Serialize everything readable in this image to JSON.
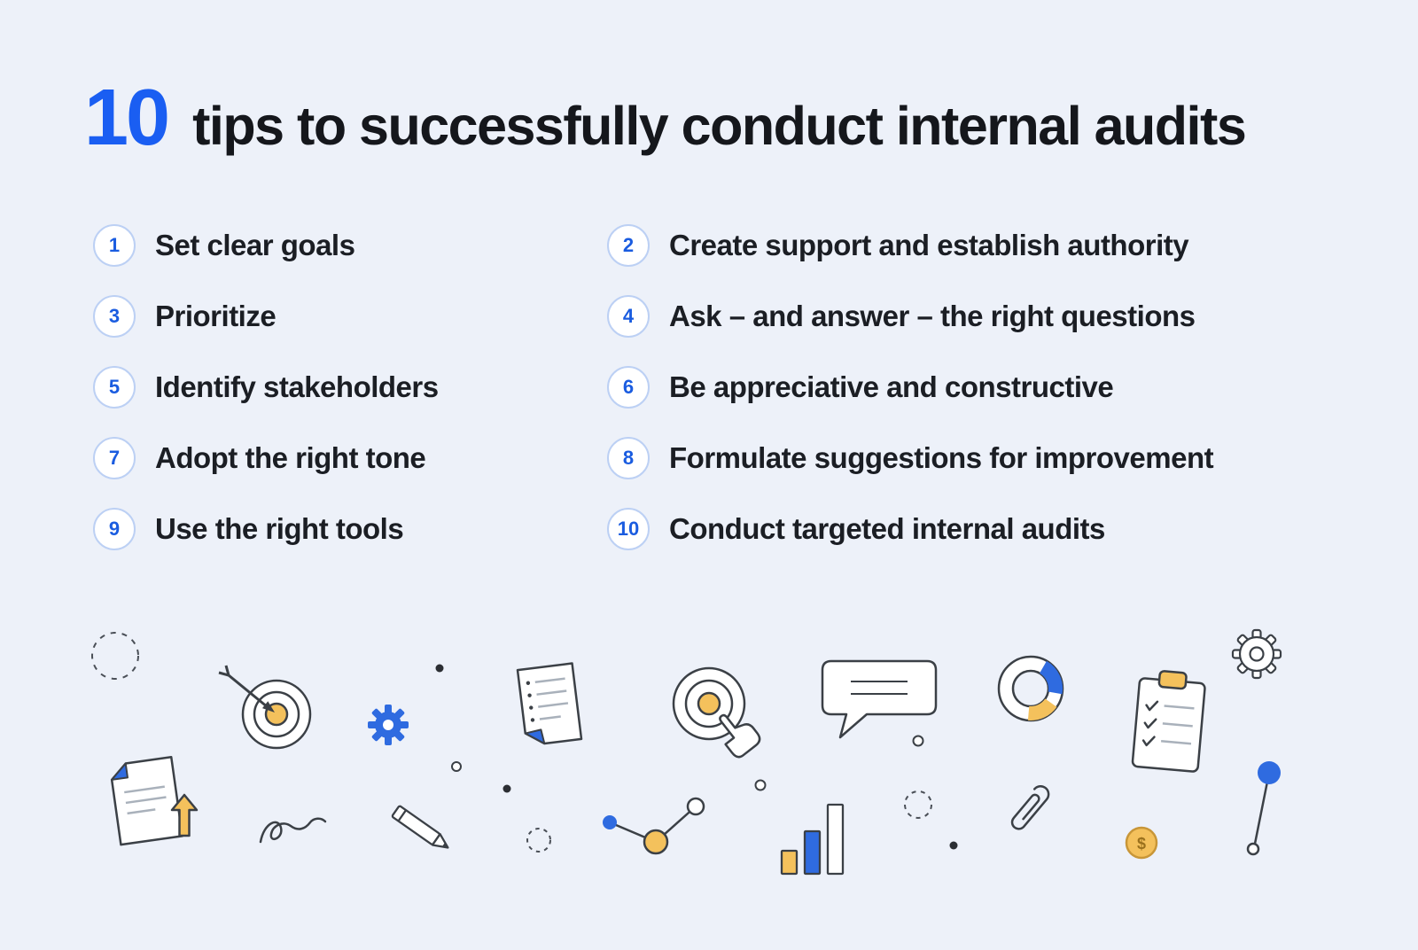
{
  "title": {
    "number": "10",
    "text": "tips to successfully conduct internal audits"
  },
  "tips": [
    {
      "num": "1",
      "label": "Set clear goals"
    },
    {
      "num": "2",
      "label": "Create support and establish authority"
    },
    {
      "num": "3",
      "label": "Prioritize"
    },
    {
      "num": "4",
      "label": "Ask – and answer – the right questions"
    },
    {
      "num": "5",
      "label": "Identify stakeholders"
    },
    {
      "num": "6",
      "label": "Be appreciative and constructive"
    },
    {
      "num": "7",
      "label": "Adopt the right tone"
    },
    {
      "num": "8",
      "label": "Formulate suggestions for improvement"
    },
    {
      "num": "9",
      "label": "Use the right tools"
    },
    {
      "num": "10",
      "label": "Conduct targeted internal audits"
    }
  ],
  "decor": {
    "coin_symbol": "$",
    "icons": [
      "dashed-circle-icon",
      "target-dart-icon",
      "gear-icon",
      "list-document-icon",
      "target-cursor-icon",
      "speech-bubble-icon",
      "donut-chart-icon",
      "clipboard-checklist-icon",
      "gear-outline-icon",
      "document-upload-icon",
      "squiggle-icon",
      "pencil-icon",
      "line-chart-icon",
      "bar-chart-icon",
      "paperclip-icon",
      "dollar-coin-icon",
      "pushpin-icon"
    ]
  },
  "colors": {
    "background": "#edf1f9",
    "accent_blue_text": "#1a5ef2",
    "accent_blue": "#2f6be0",
    "accent_yellow": "#f4c15c",
    "ink": "#15171c",
    "badge_border": "#bcd0f4"
  }
}
